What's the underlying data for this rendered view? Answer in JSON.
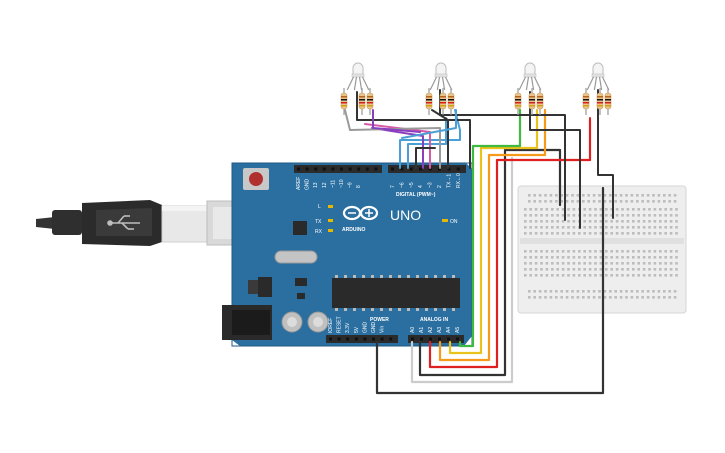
{
  "board": {
    "model": "UNO",
    "brand": "ARDUINO",
    "on_label": "ON",
    "led_labels": [
      "L",
      "TX",
      "RX"
    ],
    "header_digital_title": "DIGITAL (PWM~)",
    "header_power_title": "POWER",
    "header_analog_title": "ANALOG IN",
    "digital_pins": [
      "AREF",
      "GND",
      "13",
      "12",
      "~11",
      "~10",
      "~9",
      "8",
      "7",
      "~6",
      "~5",
      "4",
      "~3",
      "2",
      "TX→1",
      "RX←0"
    ],
    "power_pins": [
      "IOREF",
      "RESET",
      "3.3V",
      "5V",
      "GND",
      "GND",
      "Vin"
    ],
    "analog_pins": [
      "A0",
      "A1",
      "A2",
      "A3",
      "A4",
      "A5"
    ]
  },
  "colors": {
    "board": "#2a6fa0",
    "board_dark": "#1f5a85",
    "header": "#2b2b2b",
    "breadboard": "#ececec",
    "wire_black": "#333333",
    "wire_red": "#e02020",
    "wire_orange": "#f59a1b",
    "wire_yellow": "#e9c21b",
    "wire_green": "#3fb93f",
    "wire_blue": "#4aa0d6",
    "wire_purple": "#8a3fbf",
    "wire_pink": "#d65aa8",
    "wire_grey": "#9a9a9a"
  },
  "components": {
    "rgb_leds": 4,
    "resistors_per_led": 3,
    "breadboard": "mini breadboard",
    "usb_cable": "USB-B cable"
  }
}
